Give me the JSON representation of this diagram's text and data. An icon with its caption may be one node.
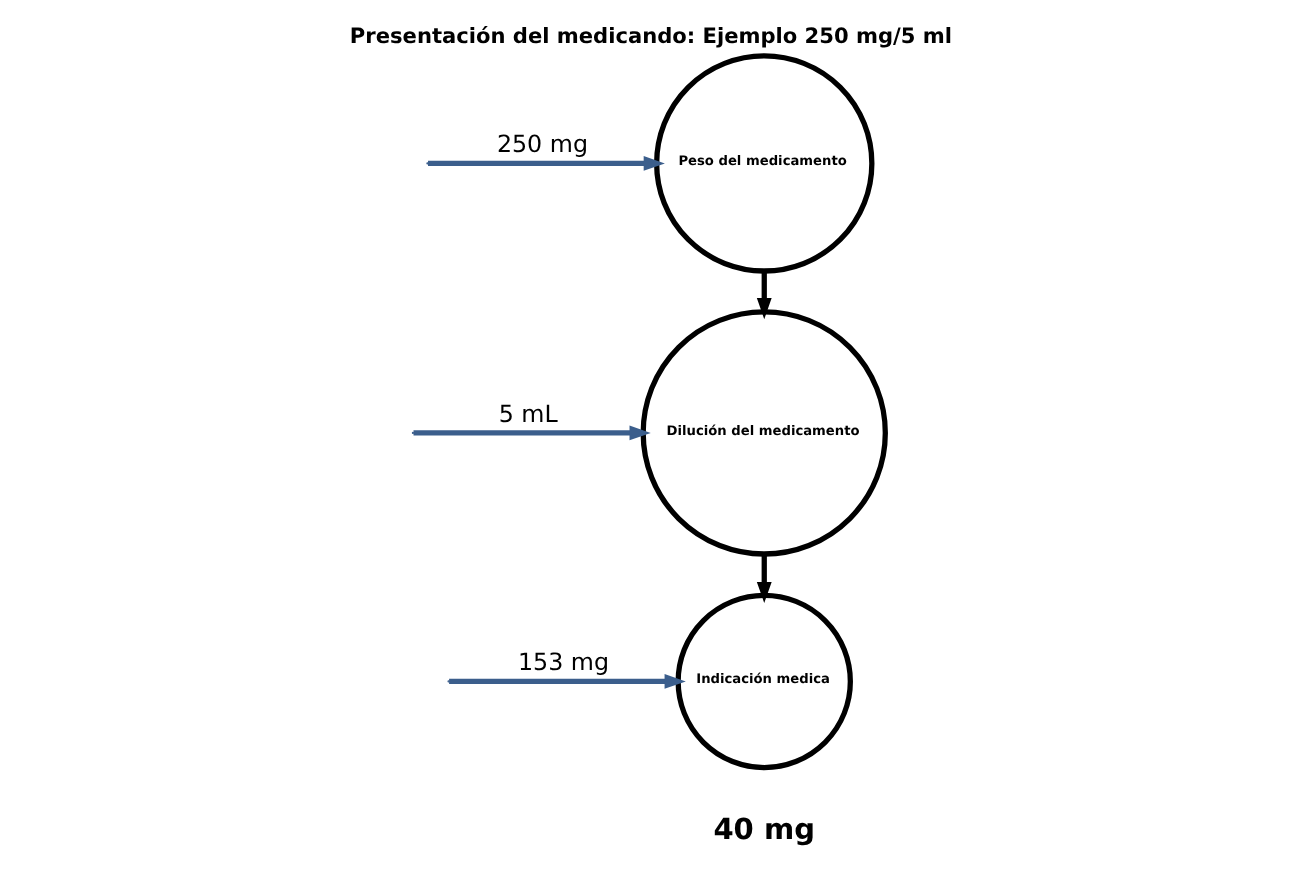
{
  "diagram": {
    "title": "Presentación del medicando: Ejemplo 250 mg/5 ml",
    "nodes": [
      {
        "text": [
          "Peso del medicamento"
        ]
      },
      {
        "text": [
          "Dilución del medicamento"
        ]
      },
      {
        "text": [
          "Indicación medica"
        ]
      }
    ],
    "edges": [
      {
        "from": 0,
        "to": 1,
        "arrow": "to",
        "color": "#000000"
      },
      {
        "from": 1,
        "to": 2,
        "arrow": "to",
        "color": "#000000"
      },
      {
        "from": null,
        "to": 0,
        "arrow": "to",
        "label": "250 mg"
      },
      {
        "from": null,
        "to": 1,
        "arrow": "to",
        "label": "5 mL"
      },
      {
        "from": null,
        "to": 2,
        "arrow": "to",
        "label": "153 mg"
      }
    ],
    "labels": [
      "40 mg"
    ]
  }
}
